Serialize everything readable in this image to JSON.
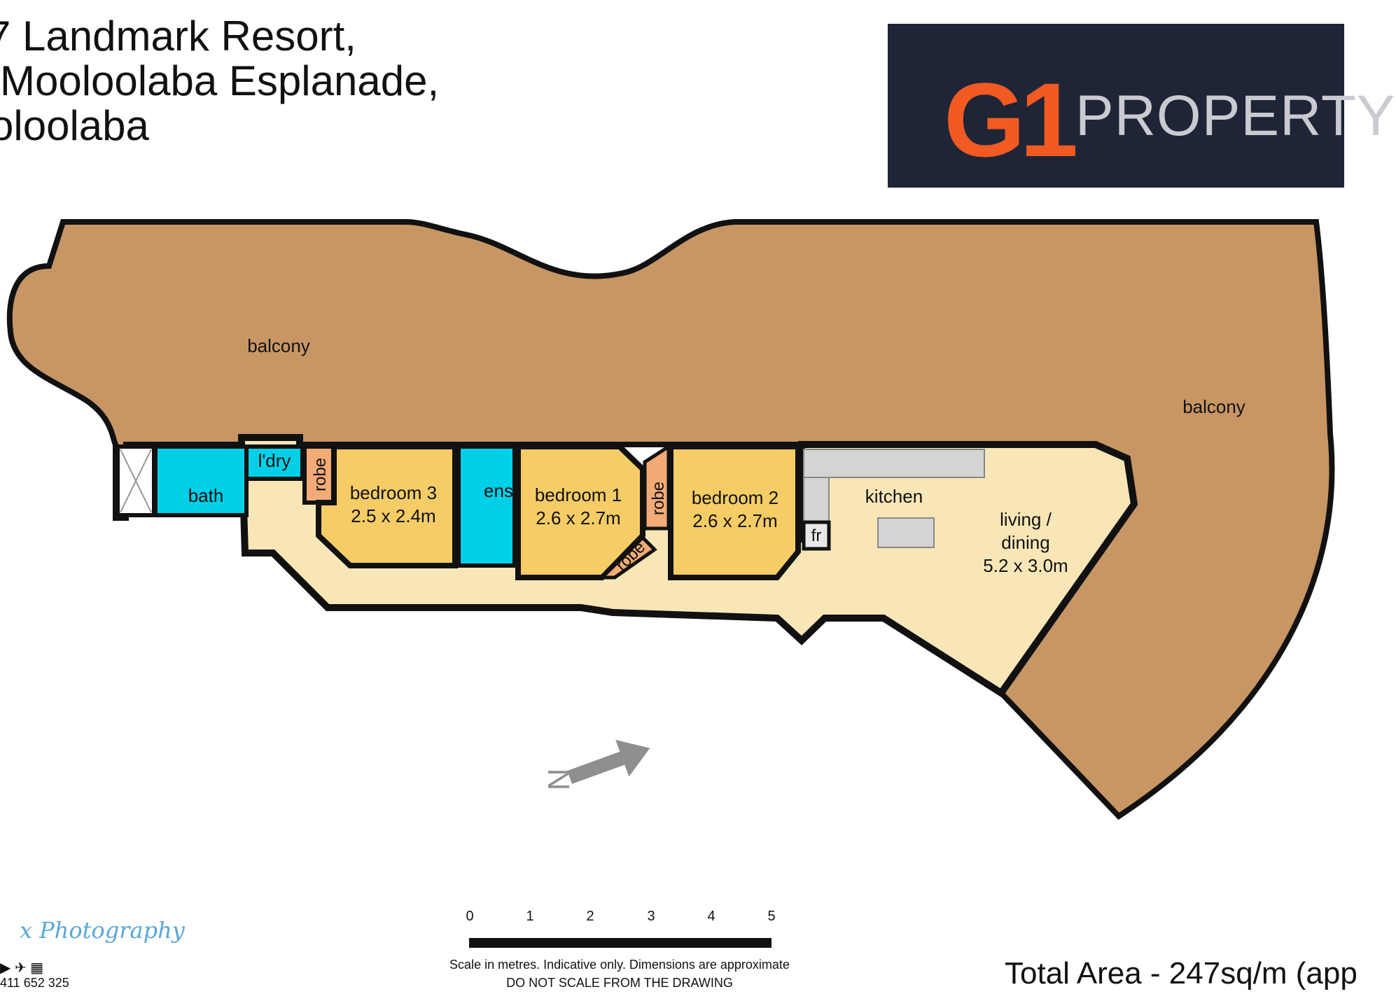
{
  "address": {
    "line1": "7 Landmark Resort,",
    "line2": "Mooloolaba Esplanade,",
    "line3": "oloolaba"
  },
  "logo": {
    "mark": "G1",
    "word": "PROPERTY"
  },
  "colors": {
    "balcony": "#c89664",
    "interior": "#f8e6b7",
    "bedroom": "#f5cc66",
    "wet_area": "#00cfe8",
    "robe": "#f2ab76",
    "wall": "#111111",
    "logo_bg": "#1f2537",
    "logo_accent": "#f15a22"
  },
  "rooms": {
    "balcony_left": "balcony",
    "balcony_right": "balcony",
    "bath": "bath",
    "laundry": "l'dry",
    "robe": "robe",
    "bedroom3": {
      "name": "bedroom 3",
      "dims": "2.5 x 2.4m"
    },
    "ensuite": "ens",
    "bedroom1": {
      "name": "bedroom 1",
      "dims": "2.6 x 2.7m"
    },
    "bedroom2": {
      "name": "bedroom 2",
      "dims": "2.6 x 2.7m"
    },
    "kitchen": "kitchen",
    "fridge": "fr",
    "living": {
      "line1": "living /",
      "line2": "dining",
      "dims": "5.2 x 3.0m"
    }
  },
  "compass": {
    "label": "N"
  },
  "scale": {
    "ticks": [
      "0",
      "1",
      "2",
      "3",
      "4",
      "5"
    ],
    "note1": "Scale in metres. Indicative only. Dimensions are approximate",
    "note2": "DO NOT SCALE FROM THE DRAWING"
  },
  "total_area": "Total Area - 247sq/m (app",
  "photo_credit": {
    "script": "x Photography",
    "phone": "411 652 325"
  }
}
